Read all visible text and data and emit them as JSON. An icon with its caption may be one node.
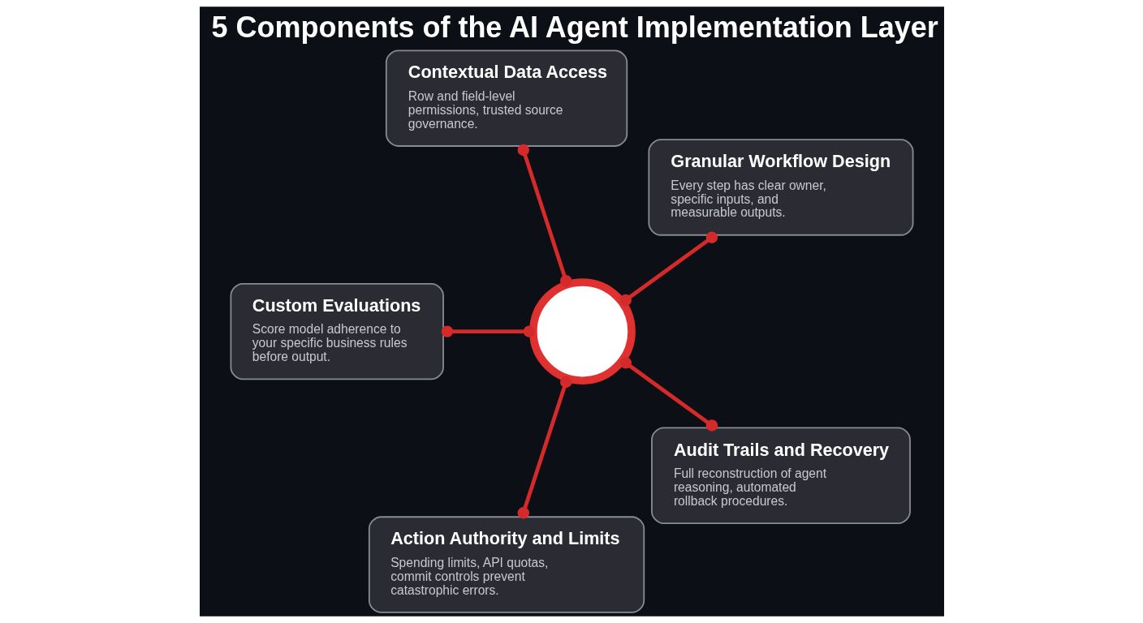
{
  "diagram": {
    "title": "5 Components of the AI Agent Implementation Layer",
    "nodes": [
      {
        "text": [],
        "shape": "circle"
      },
      {
        "text": [
          "Granular Workflow Design",
          "Every step has clear owner, specific inputs, and measurable outputs."
        ]
      },
      {
        "text": [
          "Contextual Data Access",
          "Row and field-level permissions, trusted source governance."
        ]
      },
      {
        "text": [
          "Custom Evaluations",
          "Score model adherence to your specific business rules before output."
        ]
      },
      {
        "text": [
          "Action Authority and Limits",
          "Spending limits, API quotas, commit controls prevent catastrophic errors."
        ]
      },
      {
        "text": [
          "Audit Trails and Recovery",
          "Full reconstruction of agent reasoning, automated rollback procedures."
        ]
      }
    ],
    "edges": [
      {
        "from": 0,
        "to": 1,
        "arrow": "other"
      },
      {
        "from": 0,
        "to": 2,
        "arrow": "other"
      },
      {
        "from": 0,
        "to": 3,
        "arrow": "other"
      },
      {
        "from": 0,
        "to": 4,
        "arrow": "other"
      },
      {
        "from": 0,
        "to": 5,
        "arrow": "other"
      }
    ]
  }
}
